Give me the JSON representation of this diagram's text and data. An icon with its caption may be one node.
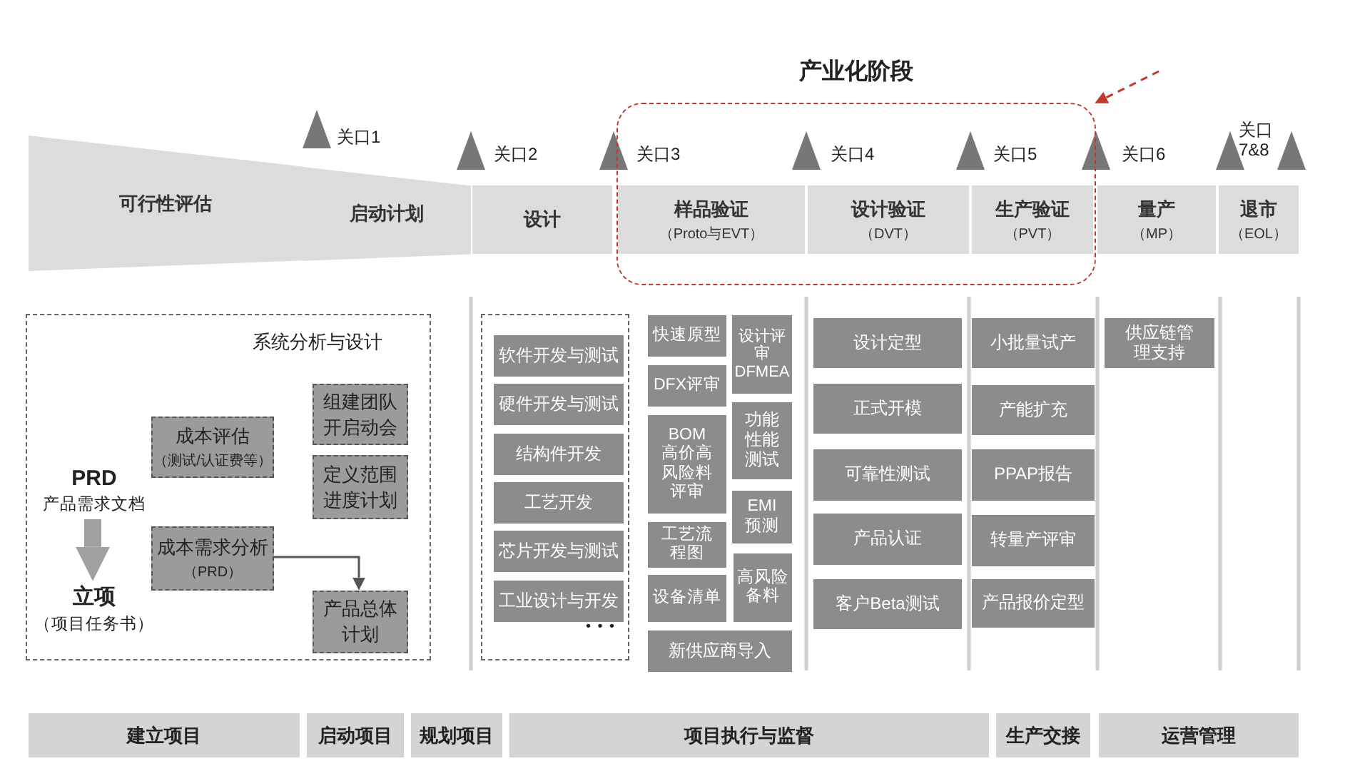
{
  "diagram": {
    "nodes": [
      {
        "text": [
          "可行性评估"
        ]
      },
      {
        "text": [
          "启动计划"
        ]
      },
      {
        "text": [
          "设计"
        ]
      },
      {
        "text": [
          "产业化阶段"
        ]
      },
      {
        "text": [
          "样品验证",
          "（Proto与EVT）"
        ],
        "in": 3
      },
      {
        "text": [
          "设计验证",
          "（DVT）"
        ],
        "in": 3
      },
      {
        "text": [
          "生产验证",
          "（PVT）"
        ],
        "in": 3
      },
      {
        "text": [
          "量产",
          "（MP）"
        ]
      },
      {
        "text": [
          "退市",
          "（EOL）"
        ]
      },
      {
        "text": [
          "系统分析与设计"
        ]
      },
      {
        "text": [
          "PRD",
          "产品需求文档"
        ],
        "in": 9
      },
      {
        "text": [
          "立项",
          "（项目任务书）"
        ],
        "in": 9
      },
      {
        "text": [
          "成本评估",
          "（测试/认证费等）"
        ],
        "in": 9
      },
      {
        "text": [
          "组建团队开启动会"
        ],
        "in": 9
      },
      {
        "text": [
          "定义范围进度计划"
        ],
        "in": 9
      },
      {
        "text": [
          "成本需求分析",
          "（PRD）"
        ],
        "in": 9
      },
      {
        "text": [
          "产品总体计划"
        ],
        "in": 9
      },
      {
        "text": [],
        "shape": "box"
      },
      {
        "text": [
          "软件开发与测试"
        ],
        "in": 17
      },
      {
        "text": [
          "硬件开发与测试"
        ],
        "in": 17
      },
      {
        "text": [
          "结构件开发"
        ],
        "in": 17
      },
      {
        "text": [
          "工艺开发"
        ],
        "in": 17
      },
      {
        "text": [
          "芯片开发与测试"
        ],
        "in": 17
      },
      {
        "text": [
          "工业设计与开发"
        ],
        "in": 17
      },
      {
        "text": [
          "快速原型"
        ]
      },
      {
        "text": [
          "设计评审DFMEA"
        ]
      },
      {
        "text": [
          "DFX评审"
        ]
      },
      {
        "text": [
          "功能性能测试"
        ]
      },
      {
        "text": [
          "BOM高价高风险料评审"
        ]
      },
      {
        "text": [
          "EMI预测"
        ]
      },
      {
        "text": [
          "工艺流程图"
        ]
      },
      {
        "text": [
          "高风险备料"
        ]
      },
      {
        "text": [
          "设备清单"
        ]
      },
      {
        "text": [
          "新供应商导入"
        ]
      },
      {
        "text": [
          "设计定型"
        ]
      },
      {
        "text": [
          "正式开模"
        ]
      },
      {
        "text": [
          "可靠性测试"
        ]
      },
      {
        "text": [
          "产品认证"
        ]
      },
      {
        "text": [
          "客户Beta测试"
        ]
      },
      {
        "text": [
          "小批量试产"
        ]
      },
      {
        "text": [
          "产能扩充"
        ]
      },
      {
        "text": [
          "PPAP报告"
        ]
      },
      {
        "text": [
          "转量产评审"
        ]
      },
      {
        "text": [
          "产品报价定型"
        ]
      },
      {
        "text": [
          "供应链管理支持"
        ]
      },
      {
        "text": [
          "建立项目"
        ]
      },
      {
        "text": [
          "启动项目"
        ]
      },
      {
        "text": [
          "规划项目"
        ]
      },
      {
        "text": [
          "项目执行与监督"
        ]
      },
      {
        "text": [
          "生产交接"
        ]
      },
      {
        "text": [
          "运营管理"
        ]
      }
    ],
    "edges": [
      {
        "from": 10,
        "to": 11,
        "arrow": "to",
        "style": "thick",
        "color": "#a0a0a0"
      },
      {
        "from": 15,
        "to": 16,
        "arrow": "to"
      },
      {
        "from": null,
        "to": 3,
        "arrow": "to",
        "style": "dashed",
        "color": "#c0392b"
      }
    ],
    "labels": [
      "关口1",
      "关口2",
      "关口3",
      "关口4",
      "关口5",
      "关口6",
      "关口7&8",
      "• • •"
    ]
  }
}
